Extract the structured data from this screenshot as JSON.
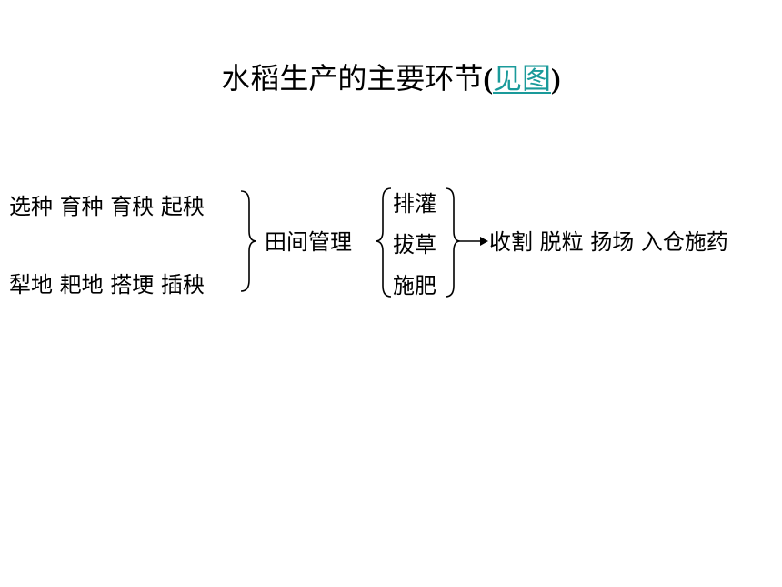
{
  "title": {
    "text": "水稻生产的主要环节",
    "paren_open": "(",
    "link": "见图",
    "paren_close": ")"
  },
  "flow": {
    "prep_top": "选种 育种 育秧 起秧",
    "prep_bottom": "犁地 耙地 搭埂 插秧",
    "field_management": "田间管理",
    "branches": [
      "排灌",
      "拔草",
      "施肥"
    ],
    "harvest": "收割 脱粒 扬场 入仓施药"
  },
  "colors": {
    "text": "#000000",
    "link": "#1a9a9a",
    "background": "#ffffff"
  }
}
